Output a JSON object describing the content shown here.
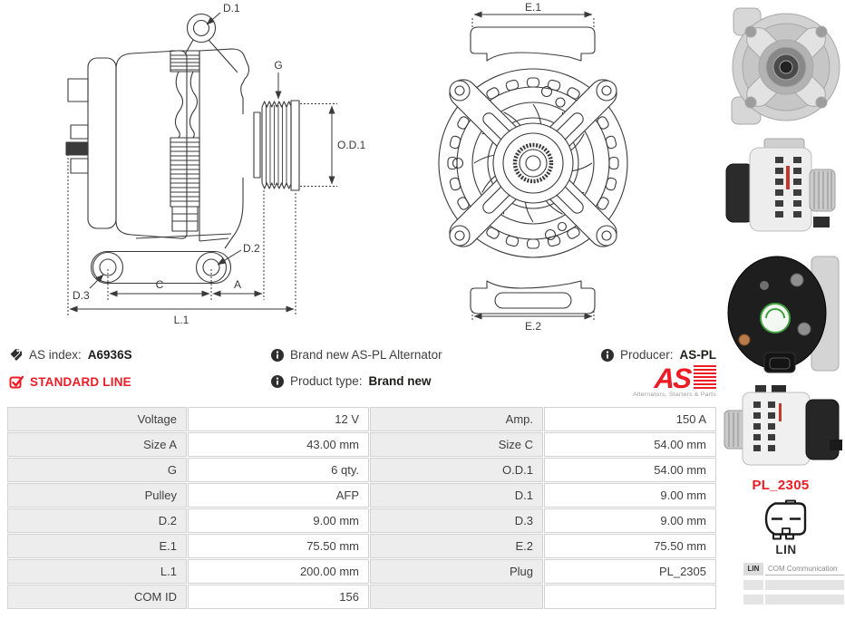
{
  "product": {
    "as_index_label": "AS index:",
    "as_index": "A6936S",
    "line_badge": "STANDARD LINE",
    "description": "Brand new AS-PL Alternator",
    "product_type_label": "Product type:",
    "product_type": "Brand new",
    "producer_label": "Producer:",
    "producer": "AS-PL"
  },
  "logo": {
    "text": "AS",
    "tagline": "Alternators, Starters & Parts"
  },
  "diagram": {
    "labels": {
      "d1": "D.1",
      "g": "G",
      "od1": "O.D.1",
      "d2": "D.2",
      "d3": "D.3",
      "c": "C",
      "a": "A",
      "l1": "L.1",
      "e1": "E.1",
      "e2": "E.2"
    }
  },
  "specs": {
    "rows": [
      {
        "l_label": "Voltage",
        "l_value": "12 V",
        "r_label": "Amp.",
        "r_value": "150 A"
      },
      {
        "l_label": "Size A",
        "l_value": "43.00 mm",
        "r_label": "Size C",
        "r_value": "54.00 mm"
      },
      {
        "l_label": "G",
        "l_value": "6 qty.",
        "r_label": "O.D.1",
        "r_value": "54.00 mm"
      },
      {
        "l_label": "Pulley",
        "l_value": "AFP",
        "r_label": "D.1",
        "r_value": "9.00 mm"
      },
      {
        "l_label": "D.2",
        "l_value": "9.00 mm",
        "r_label": "D.3",
        "r_value": "9.00 mm"
      },
      {
        "l_label": "E.1",
        "l_value": "75.50 mm",
        "r_label": "E.2",
        "r_value": "75.50 mm"
      },
      {
        "l_label": "L.1",
        "l_value": "200.00 mm",
        "r_label": "Plug",
        "r_value": "PL_2305"
      },
      {
        "l_label": "COM ID",
        "l_value": "156",
        "r_label": "",
        "r_value": ""
      }
    ]
  },
  "plug": {
    "code": "PL_2305",
    "connector_type": "LIN",
    "com_label": "LIN",
    "com_value": "COM Communication"
  },
  "colors": {
    "accent_red": "#ED1C24",
    "drawing_line": "#3A3A3B",
    "table_label_bg": "#EDEDED",
    "table_border": "#D2D2D2",
    "text": "#3F3F3F"
  }
}
